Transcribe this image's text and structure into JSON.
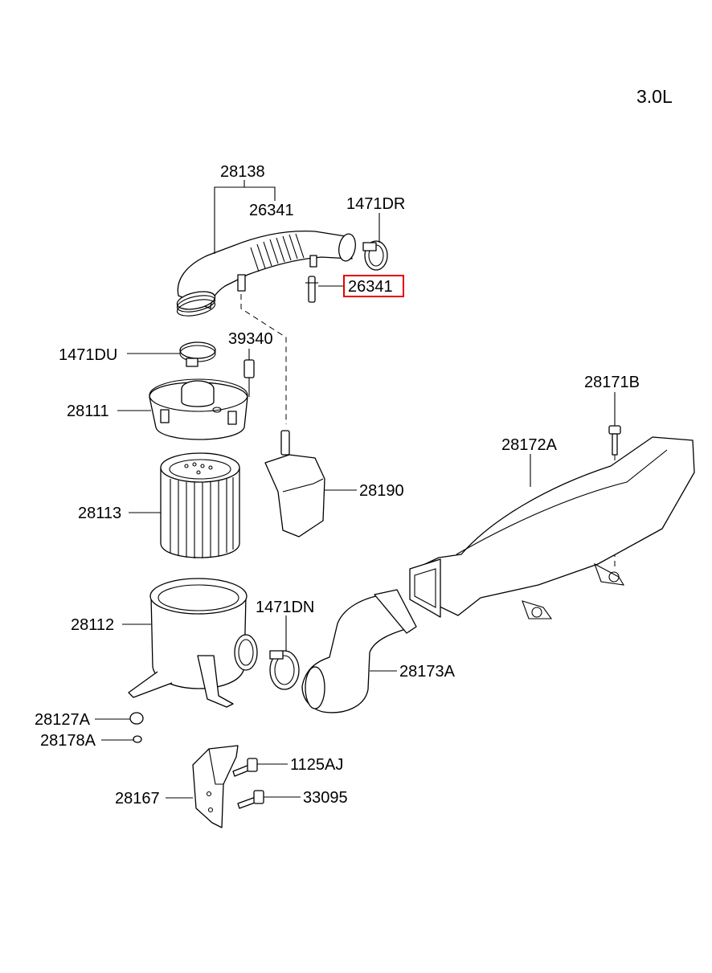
{
  "engine_label": "3.0L",
  "highlight_color": "#e60000",
  "parts": [
    {
      "id": "p28138",
      "code": "28138"
    },
    {
      "id": "p26341a",
      "code": "26341"
    },
    {
      "id": "p1471DR",
      "code": "1471DR"
    },
    {
      "id": "p26341b",
      "code": "26341",
      "highlighted": true
    },
    {
      "id": "p39340",
      "code": "39340"
    },
    {
      "id": "p1471DU",
      "code": "1471DU"
    },
    {
      "id": "p28111",
      "code": "28111"
    },
    {
      "id": "p28171B",
      "code": "28171B"
    },
    {
      "id": "p28172A",
      "code": "28172A"
    },
    {
      "id": "p28190",
      "code": "28190"
    },
    {
      "id": "p28113",
      "code": "28113"
    },
    {
      "id": "p1471DN",
      "code": "1471DN"
    },
    {
      "id": "p28112",
      "code": "28112"
    },
    {
      "id": "p28173A",
      "code": "28173A"
    },
    {
      "id": "p28127A",
      "code": "28127A"
    },
    {
      "id": "p28178A",
      "code": "28178A"
    },
    {
      "id": "p1125AJ",
      "code": "1125AJ"
    },
    {
      "id": "p28167",
      "code": "28167"
    },
    {
      "id": "p33095",
      "code": "33095"
    }
  ]
}
